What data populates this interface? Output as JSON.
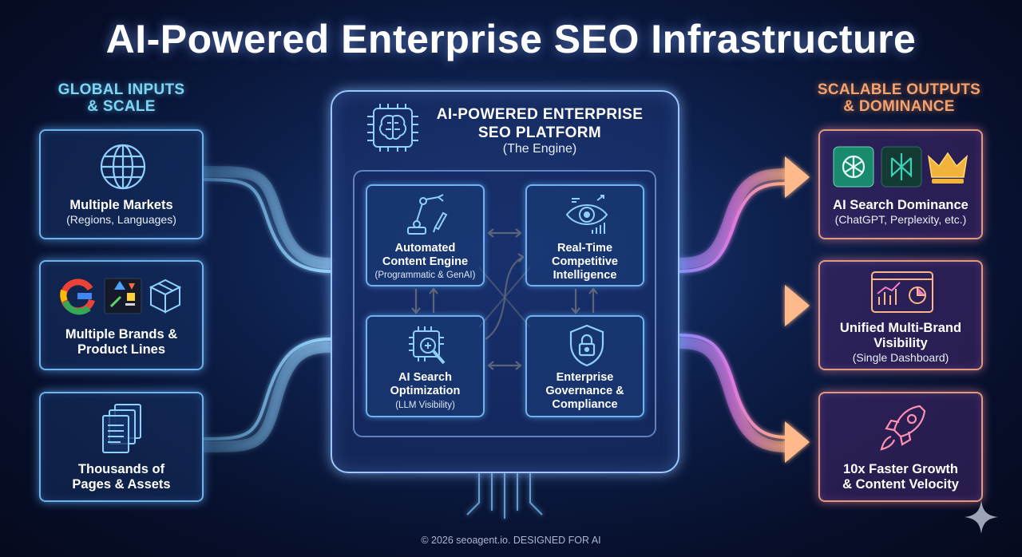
{
  "title": "AI-Powered Enterprise SEO Infrastructure",
  "inputs": {
    "heading": "GLOBAL INPUTS\n& SCALE",
    "heading_line1": "GLOBAL INPUTS",
    "heading_line2": "& SCALE",
    "cards": [
      {
        "label": "Multiple Markets",
        "sub": "(Regions, Languages)",
        "icon": "globe-icon"
      },
      {
        "label_line1": "Multiple Brands &",
        "label_line2": "Product Lines",
        "icon": "brand-logos-icon"
      },
      {
        "label_line1": "Thousands of",
        "label_line2": "Pages & Assets",
        "icon": "documents-icon"
      }
    ]
  },
  "engine": {
    "title_line1": "AI-POWERED ENTERPRISE",
    "title_line2": "SEO PLATFORM",
    "subtitle": "(The Engine)",
    "icon": "brain-chip-icon",
    "modules": [
      {
        "line1": "Automated",
        "line2": "Content Engine",
        "sub": "(Programmatic & GenAI)",
        "icon": "robot-arm-icon"
      },
      {
        "line1": "Real-Time",
        "line2": "Competitive",
        "line3": "Intelligence",
        "icon": "eye-chart-icon"
      },
      {
        "line1": "AI Search",
        "line2": "Optimization",
        "sub": "(LLM Visibility)",
        "icon": "chip-search-icon"
      },
      {
        "line1": "Enterprise",
        "line2": "Governance &",
        "line3": "Compliance",
        "icon": "shield-lock-icon"
      }
    ]
  },
  "outputs": {
    "heading_line1": "SCALABLE OUTPUTS",
    "heading_line2": "& DOMINANCE",
    "cards": [
      {
        "label": "AI Search Dominance",
        "sub": "(ChatGPT, Perplexity, etc.)",
        "icon": "ai-logos-crown-icon"
      },
      {
        "label_line1": "Unified Multi-Brand",
        "label_line2": "Visibility",
        "sub": "(Single Dashboard)",
        "icon": "dashboard-icon"
      },
      {
        "label_line1": "10x Faster Growth",
        "label_line2": "& Content Velocity",
        "icon": "rocket-icon"
      }
    ]
  },
  "footer": "© 2026 seoagent.io. DESIGNED FOR AI",
  "colors": {
    "input_accent": "#6fb2ee",
    "output_accent": "#e29a7a",
    "background": "#0d1f4a"
  }
}
